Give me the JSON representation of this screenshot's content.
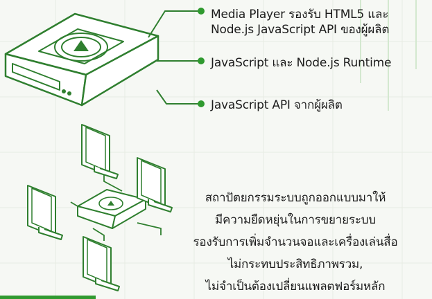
{
  "callouts": [
    {
      "lines": [
        "Media Player รองรับ HTML5 และ",
        "Node.js JavaScript API ของผู้ผลิต"
      ]
    },
    {
      "lines": [
        "JavaScript และ Node.js Runtime"
      ]
    },
    {
      "lines": [
        "JavaScript API จากผู้ผลิต"
      ]
    }
  ],
  "description": {
    "lines": [
      "สถาปัตยกรรมระบบถูกออกแบบมาให้",
      "มีความยืดหยุ่นในการขยายระบบ",
      "รองรับการเพิ่มจำนวนจอและเครื่องเล่นสื่อ",
      "ไม่กระทบประสิทธิภาพรวม,",
      "ไม่จำเป็นต้องเปลี่ยนแพลตฟอร์มหลัก"
    ]
  },
  "colors": {
    "accent": "#2f9a2f",
    "line": "#2f7f2f",
    "fill": "#ffffff",
    "background": "#f6f8f4"
  },
  "icons": [
    "media-player-box-icon",
    "play-triangle-icon",
    "monitor-icon"
  ]
}
